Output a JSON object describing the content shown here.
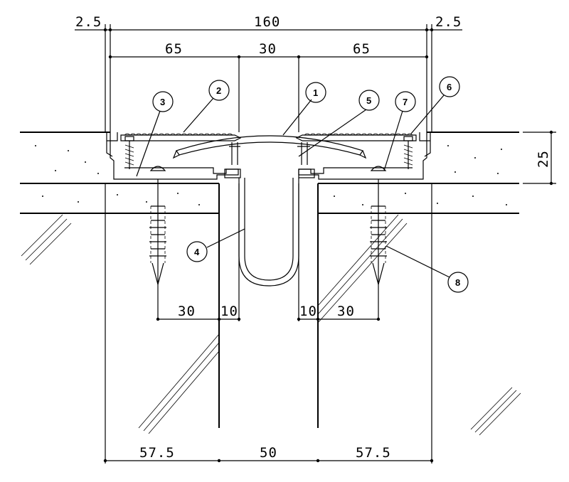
{
  "dimensions": {
    "top_left_edge": "2.5",
    "top_total": "160",
    "top_right_edge": "2.5",
    "upper_left": "65",
    "upper_center": "30",
    "upper_right": "65",
    "height": "25",
    "anchor_left_offset": "30",
    "anchor_left_gap": "10",
    "anchor_right_gap": "10",
    "anchor_right_offset": "30",
    "bottom_left": "57.5",
    "bottom_center": "50",
    "bottom_right": "57.5"
  },
  "callouts": [
    "1",
    "2",
    "3",
    "4",
    "5",
    "6",
    "7",
    "8"
  ]
}
